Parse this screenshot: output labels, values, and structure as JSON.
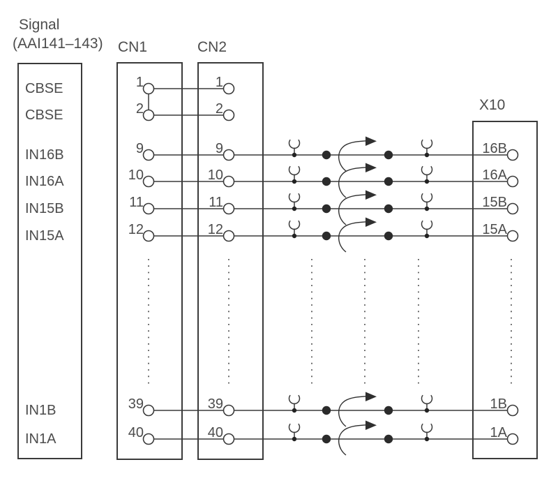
{
  "title": {
    "line1": "Signal",
    "line2": "(AAI141–143)"
  },
  "connectors": {
    "cn1": "CN1",
    "cn2": "CN2",
    "x10": "X10"
  },
  "rows": [
    {
      "signal": "CBSE",
      "cn1": "1",
      "cn2": "1",
      "x10": ""
    },
    {
      "signal": "CBSE",
      "cn1": "2",
      "cn2": "2",
      "x10": ""
    },
    {
      "signal": "IN16B",
      "cn1": "9",
      "cn2": "9",
      "x10": "16B"
    },
    {
      "signal": "IN16A",
      "cn1": "10",
      "cn2": "10",
      "x10": "16A"
    },
    {
      "signal": "IN15B",
      "cn1": "11",
      "cn2": "11",
      "x10": "15B"
    },
    {
      "signal": "IN15A",
      "cn1": "12",
      "cn2": "12",
      "x10": "15A"
    },
    {
      "signal": "IN1B",
      "cn1": "39",
      "cn2": "39",
      "x10": "1B"
    },
    {
      "signal": "IN1A",
      "cn1": "40",
      "cn2": "40",
      "x10": "1A"
    }
  ],
  "icons": {
    "fork": "crimp-terminal-icon",
    "big_dot": "splice-point-dot",
    "arrow": "twisted-pair-arrow-icon",
    "dotted_column": "continuation-ellipsis"
  },
  "colors": {
    "line": "#3a3a3a",
    "text": "#4c4c4c",
    "splice_dot": "#2b2b2b",
    "background": "#ffffff"
  }
}
